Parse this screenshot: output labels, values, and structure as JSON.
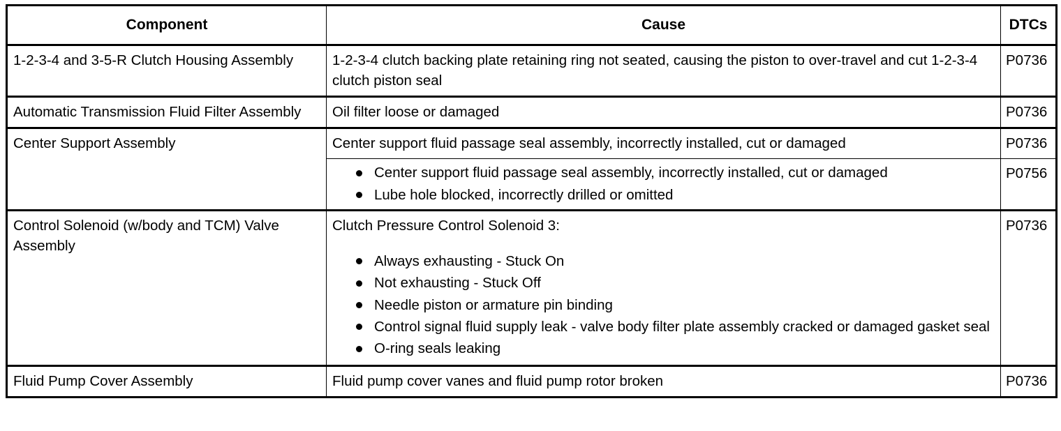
{
  "table": {
    "headers": {
      "component": "Component",
      "cause": "Cause",
      "dtcs": "DTCs"
    },
    "rows": [
      {
        "component": "1-2-3-4 and 3-5-R Clutch Housing Assembly",
        "cause": "1-2-3-4 clutch backing plate retaining ring not seated, causing the piston to over-travel and cut 1-2-3-4 clutch piston seal",
        "dtc": "P0736"
      },
      {
        "component": "Automatic Transmission Fluid Filter Assembly",
        "cause": "Oil filter loose or damaged",
        "dtc": "P0736"
      },
      {
        "component": "Center Support Assembly",
        "sub_rows": [
          {
            "cause": "Center support fluid passage seal assembly, incorrectly installed, cut or damaged",
            "dtc": "P0736"
          },
          {
            "bullets": [
              "Center support fluid passage seal assembly, incorrectly installed, cut or damaged",
              "Lube hole blocked, incorrectly drilled or omitted"
            ],
            "dtc": "P0756"
          }
        ]
      },
      {
        "component": "Control Solenoid (w/body and TCM) Valve Assembly",
        "cause_intro": "Clutch Pressure Control Solenoid 3:",
        "bullets": [
          "Always exhausting - Stuck On",
          "Not exhausting - Stuck Off",
          "Needle piston or armature pin binding",
          "Control signal fluid supply leak - valve body filter plate assembly cracked or damaged gasket seal",
          "O-ring seals leaking"
        ],
        "dtc": "P0736"
      },
      {
        "component": "Fluid Pump Cover Assembly",
        "cause": "Fluid pump cover vanes and fluid pump rotor broken",
        "dtc": "P0736"
      }
    ]
  },
  "colors": {
    "border": "#000000",
    "text": "#000000",
    "background": "#ffffff"
  }
}
